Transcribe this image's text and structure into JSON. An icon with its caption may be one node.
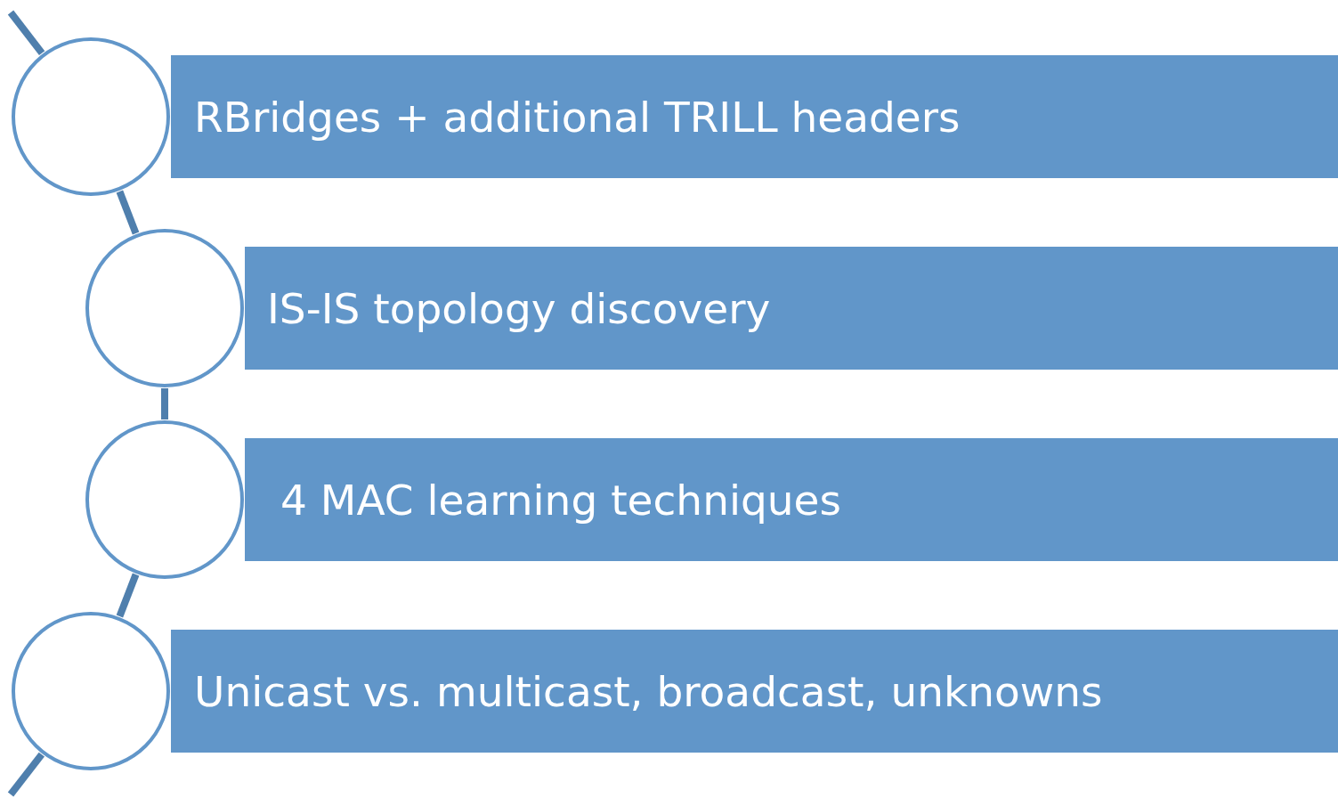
{
  "diagram": {
    "nodes": [
      {
        "text": [],
        "shape": "circle"
      },
      {
        "text": [
          "RBridges + additional TRILL headers"
        ]
      },
      {
        "text": [],
        "shape": "circle"
      },
      {
        "text": [
          "IS-IS topology discovery"
        ]
      },
      {
        "text": [],
        "shape": "circle"
      },
      {
        "text": [
          "4 MAC learning techniques"
        ]
      },
      {
        "text": [],
        "shape": "circle"
      },
      {
        "text": [
          "Unicast vs. multicast, broadcast, unknowns"
        ]
      }
    ],
    "edges": [
      {
        "from": null,
        "to": 0,
        "arrow": "none"
      },
      {
        "from": 0,
        "to": 2,
        "arrow": "none"
      },
      {
        "from": 2,
        "to": 4,
        "arrow": "none"
      },
      {
        "from": 4,
        "to": 6,
        "arrow": "none"
      },
      {
        "from": 6,
        "to": null,
        "arrow": "none"
      }
    ]
  }
}
